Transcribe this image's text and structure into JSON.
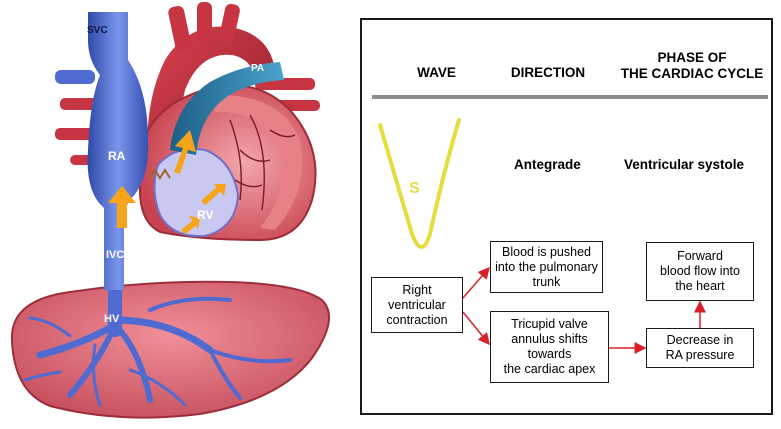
{
  "illustration": {
    "labels": {
      "svc": "SVC",
      "pa": "PA",
      "ra": "RA",
      "rv": "RV",
      "ivc": "IVC",
      "hv": "HV"
    }
  },
  "table": {
    "headers": {
      "wave": "WAVE",
      "direction": "DIRECTION",
      "phase_line1": "PHASE OF",
      "phase_line2": "THE CARDIAC CYCLE"
    },
    "wave_label": "S",
    "direction": "Antegrade",
    "phase": "Ventricular systole"
  },
  "flow": {
    "rvc_line1": "Right",
    "rvc_line2": "ventricular",
    "rvc_line3": "contraction",
    "push_line1": "Blood is pushed",
    "push_line2": "into the pulmonary",
    "push_line3": "trunk",
    "tric_line1": "Tricupid valve",
    "tric_line2": "annulus shifts",
    "tric_line3": "towards",
    "tric_line4": "the cardiac apex",
    "dec_line1": "Decrease in",
    "dec_line2": "RA pressure",
    "fwd_line1": "Forward",
    "fwd_line2": "blood flow into",
    "fwd_line3": "the heart"
  },
  "colors": {
    "wave": "#e6dc3c",
    "arrow": "#d9202a",
    "vein_blue": "#5a78d8",
    "artery_red": "#c8323e",
    "liver": "#e0606c",
    "orange_arrow": "#f6a41a"
  }
}
